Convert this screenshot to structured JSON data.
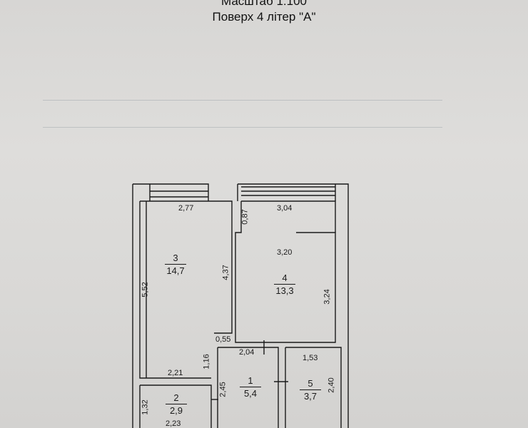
{
  "header": {
    "scale": "Масштаб 1:100",
    "floor": "Поверх 4 літер \"А\""
  },
  "rooms": [
    {
      "number": "3",
      "area": "14,7"
    },
    {
      "number": "4",
      "area": "13,3"
    },
    {
      "number": "1",
      "area": "5,4"
    },
    {
      "number": "2",
      "area": "2,9"
    },
    {
      "number": "5",
      "area": "3,7"
    }
  ],
  "dimensions": {
    "d277": "2,77",
    "d304": "3,04",
    "d087": "0,87",
    "d320": "3,20",
    "d552": "5,52",
    "d437": "4,37",
    "d324": "3,24",
    "d055": "0,55",
    "d204": "2,04",
    "d153": "1,53",
    "d116": "1,16",
    "d221": "2,21",
    "d245": "2,45",
    "d240": "2,40",
    "d132": "1,32",
    "d223": "2,23"
  }
}
